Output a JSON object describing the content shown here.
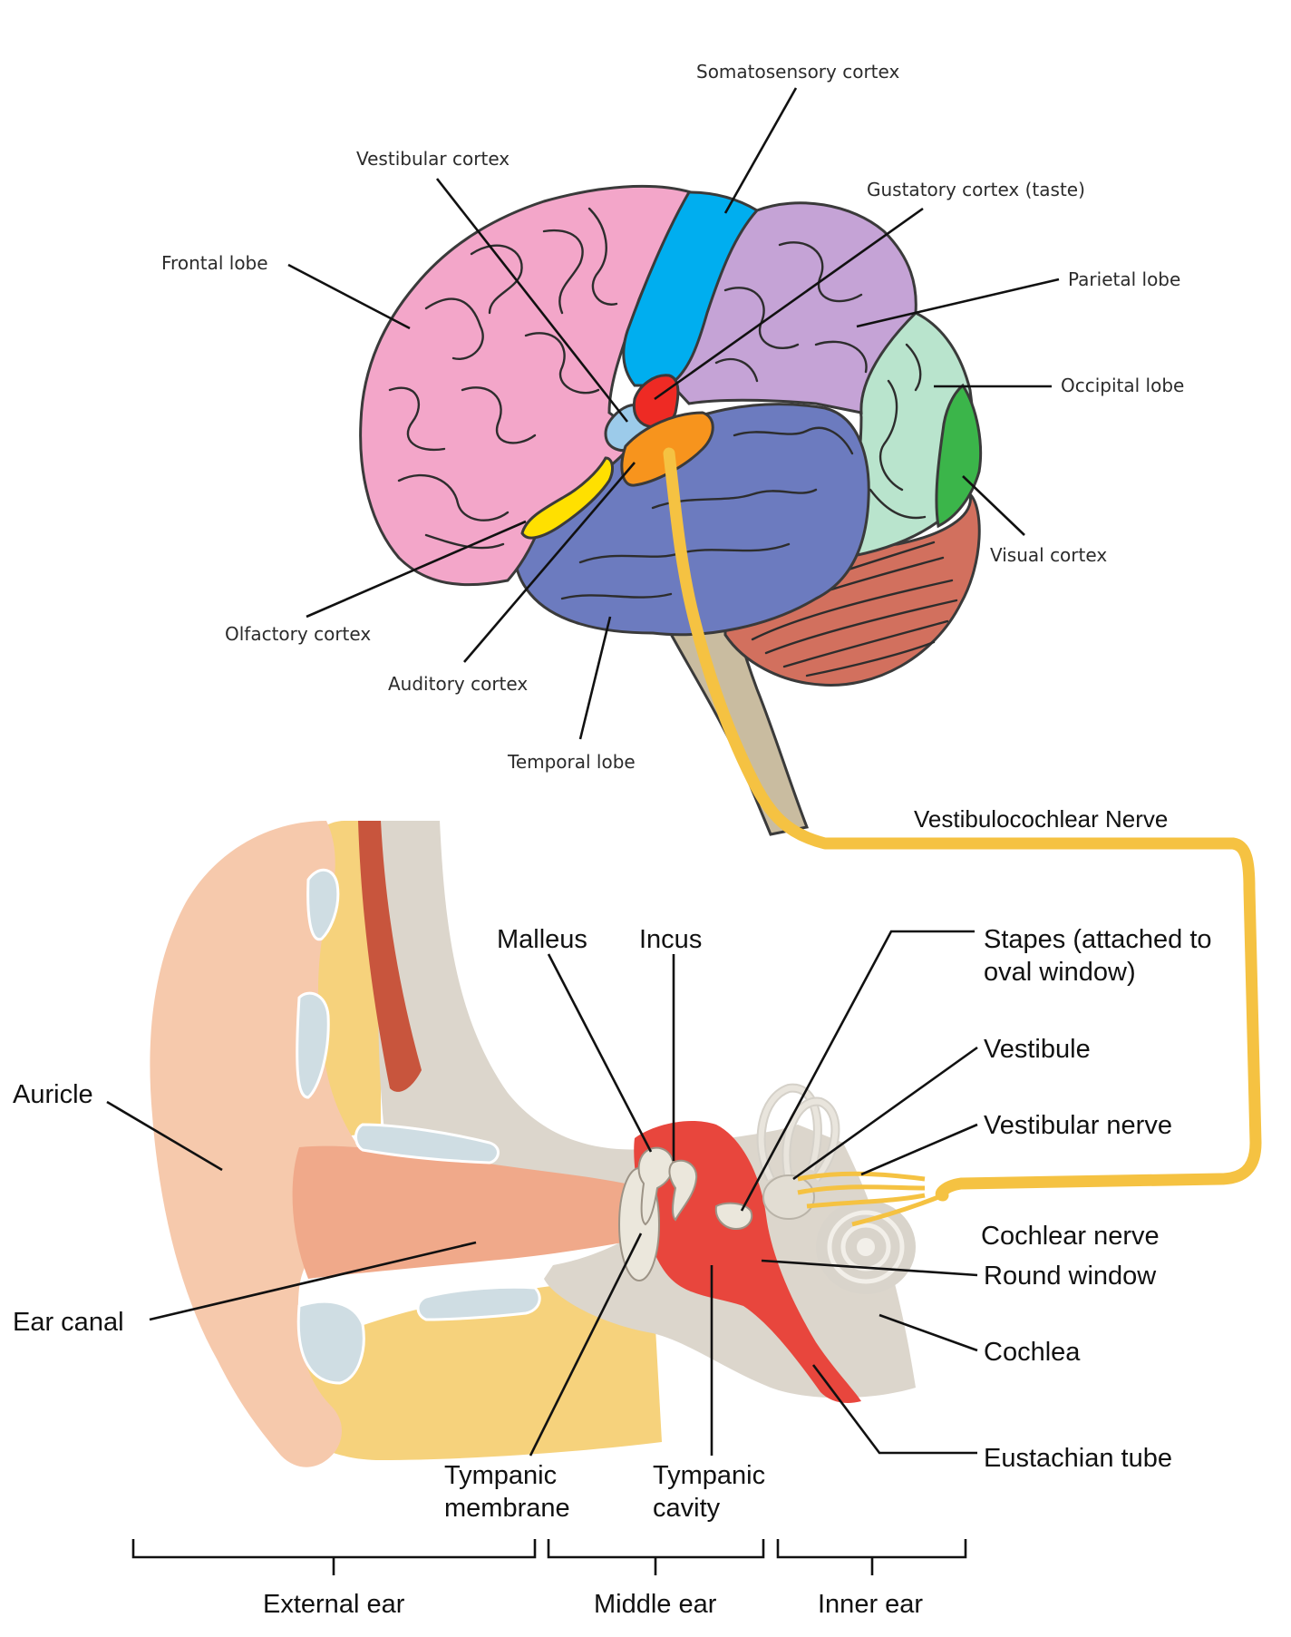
{
  "brain": {
    "labels": {
      "somatosensory": "Somatosensory cortex",
      "vestibular_cortex": "Vestibular cortex",
      "gustatory": "Gustatory cortex (taste)",
      "frontal": "Frontal lobe",
      "parietal": "Parietal lobe",
      "occipital": "Occipital lobe",
      "visual": "Visual cortex",
      "olfactory": "Olfactory cortex",
      "auditory": "Auditory cortex",
      "temporal": "Temporal lobe"
    },
    "colors": {
      "frontal": "#f3a6c9",
      "somatosensory": "#00aeef",
      "parietal": "#c5a3d6",
      "occipital": "#b9e4cd",
      "visual": "#3bb54a",
      "temporal": "#6c7bbf",
      "cerebellum": "#d2705e",
      "brainstem": "#c9bca0",
      "gustatory": "#ee2a24",
      "auditory": "#f7941d",
      "olfactory": "#ffe000",
      "vestibular": "#9ccbea"
    }
  },
  "nerve": {
    "label": "Vestibulocochlear Nerve",
    "color": "#f5c242"
  },
  "ear": {
    "labels": {
      "malleus": "Malleus",
      "incus": "Incus",
      "stapes_line1": "Stapes (attached to",
      "stapes_line2": "oval window)",
      "vestibule": "Vestibule",
      "vestibular_nerve": "Vestibular nerve",
      "cochlear_nerve": "Cochlear nerve",
      "round_window": "Round window",
      "cochlea": "Cochlea",
      "eustachian_tube": "Eustachian tube",
      "auricle": "Auricle",
      "ear_canal": "Ear canal",
      "tympanic_membrane_line1": "Tympanic",
      "tympanic_membrane_line2": "membrane",
      "tympanic_cavity_line1": "Tympanic",
      "tympanic_cavity_line2": "cavity"
    },
    "sections": {
      "external": "External ear",
      "middle": "Middle ear",
      "inner": "Inner ear"
    },
    "colors": {
      "skin": "#f6c9ac",
      "canal": "#f0a98a",
      "fat": "#f6d27c",
      "bone": "#dcd6cc",
      "cartilage": "#cfdde3",
      "muscle": "#c8553d",
      "cavity": "#e8463d",
      "ossicle": "#ebe7dc"
    }
  }
}
